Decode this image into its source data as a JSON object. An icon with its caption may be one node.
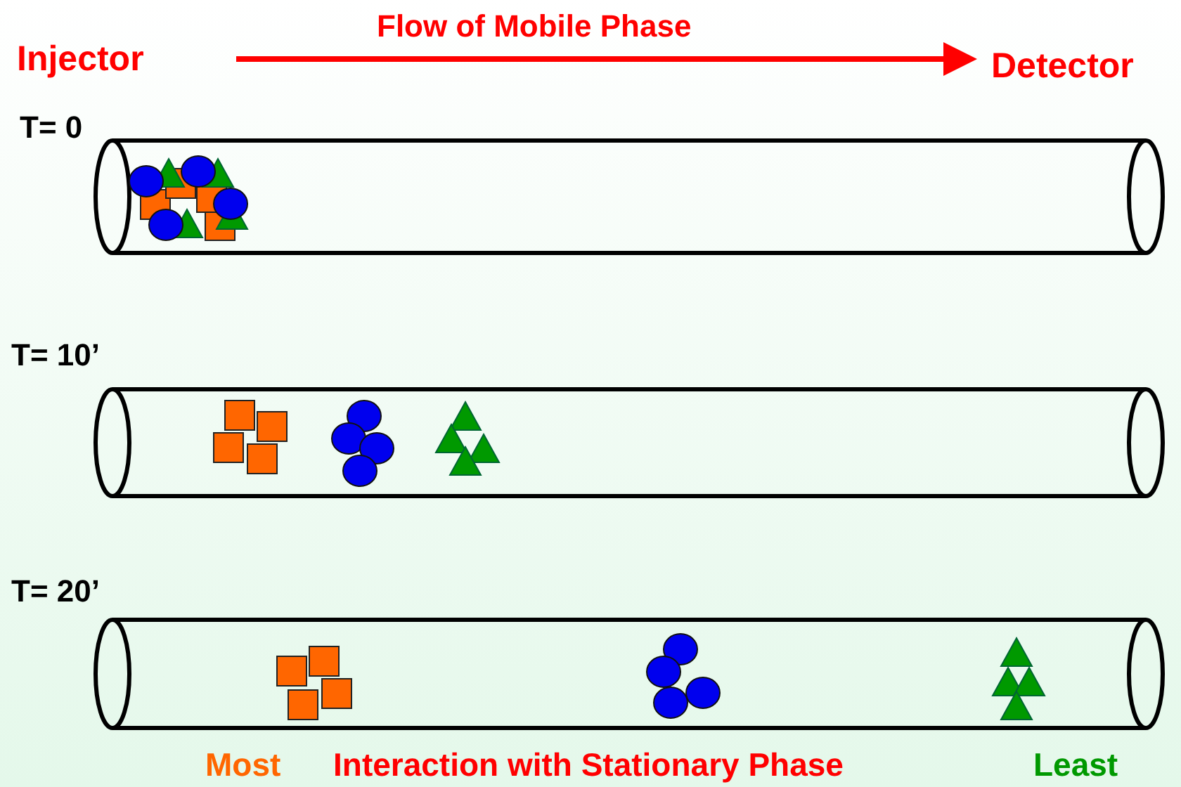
{
  "diagram": {
    "labels": [
      "Injector",
      "Flow of Mobile Phase",
      "Detector",
      "T= 0",
      "T= 10’",
      "T= 20’",
      "Most",
      "Interaction with Stationary Phase",
      "Least"
    ]
  }
}
